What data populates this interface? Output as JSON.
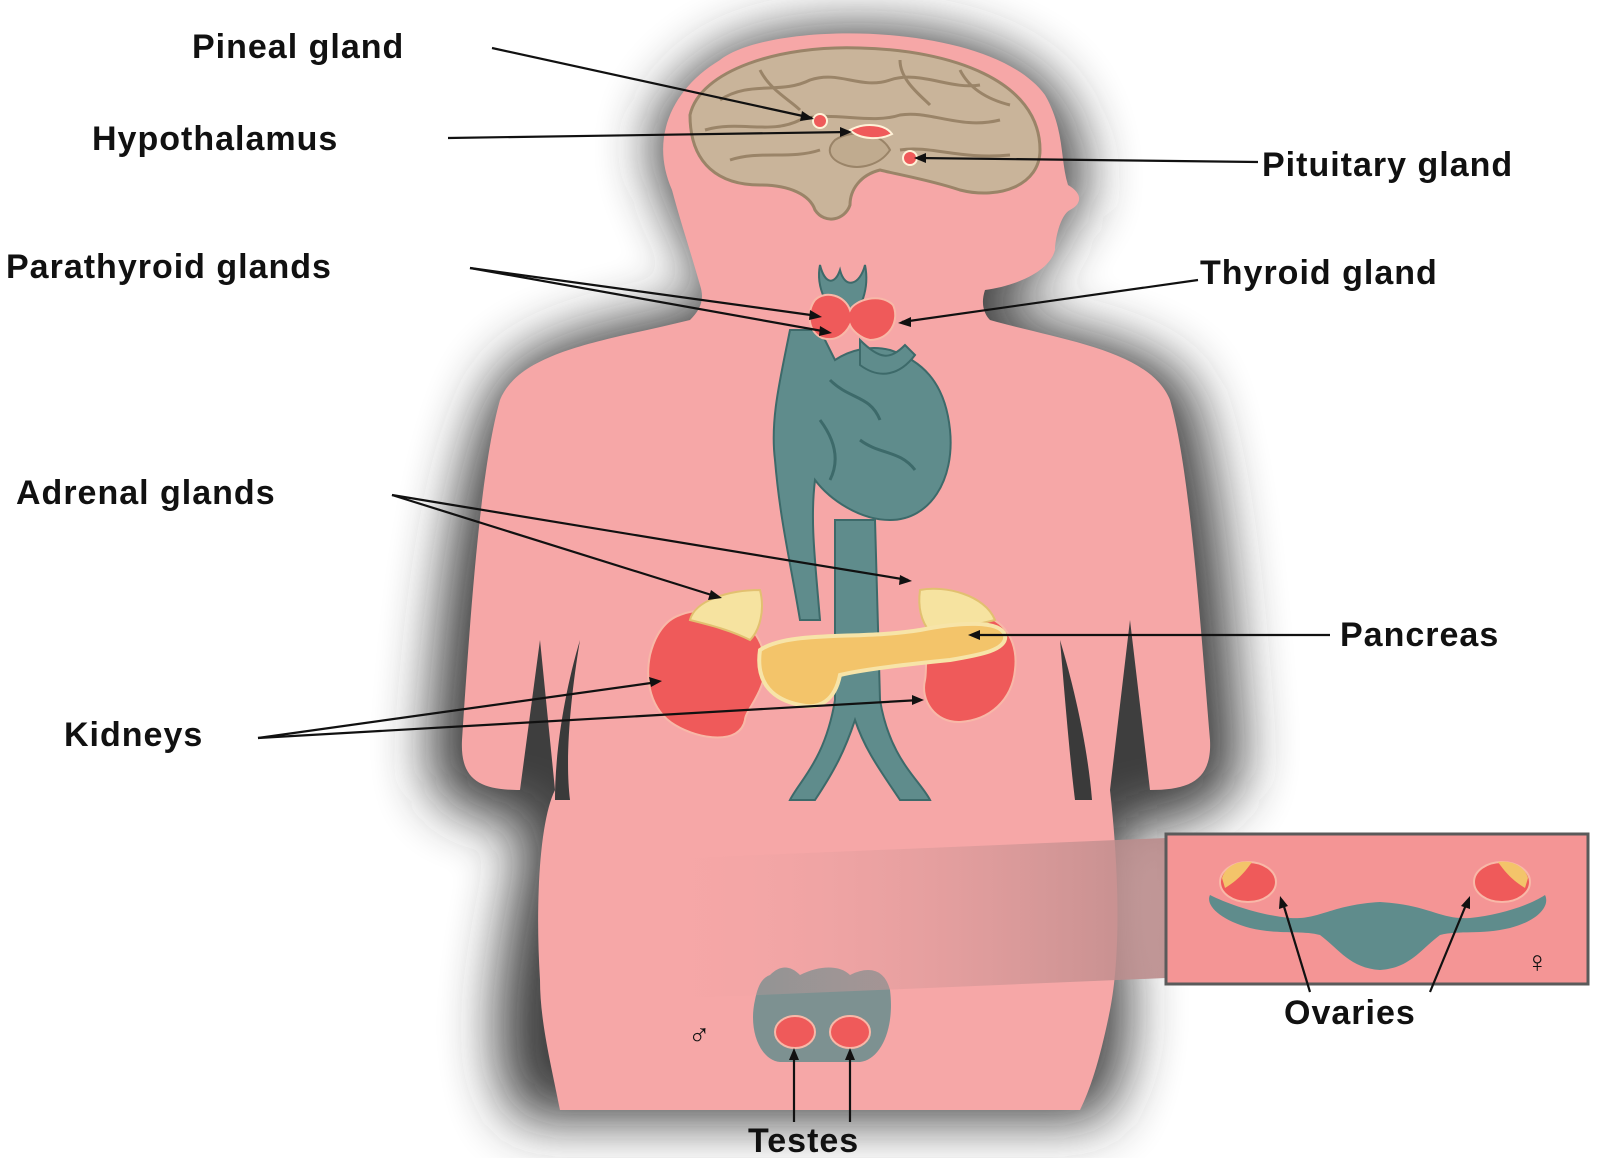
{
  "labels": {
    "pineal": "Pineal gland",
    "hypothalamus": "Hypothalamus",
    "pituitary": "Pituitary gland",
    "parathyroid": "Parathyroid glands",
    "thyroid": "Thyroid gland",
    "adrenal": "Adrenal glands",
    "pancreas": "Pancreas",
    "kidneys": "Kidneys",
    "ovaries": "Ovaries",
    "testes": "Testes"
  },
  "symbols": {
    "male": "♂",
    "female": "♀"
  },
  "colors": {
    "body": "#f6a7a7",
    "brain": "#c9b49a",
    "vessels": "#5f8c8c",
    "glands": "#ef5a5a",
    "adrenal": "#f6e3a0",
    "pancreas": "#f3c46a",
    "shadow": "#2a2a2a"
  }
}
